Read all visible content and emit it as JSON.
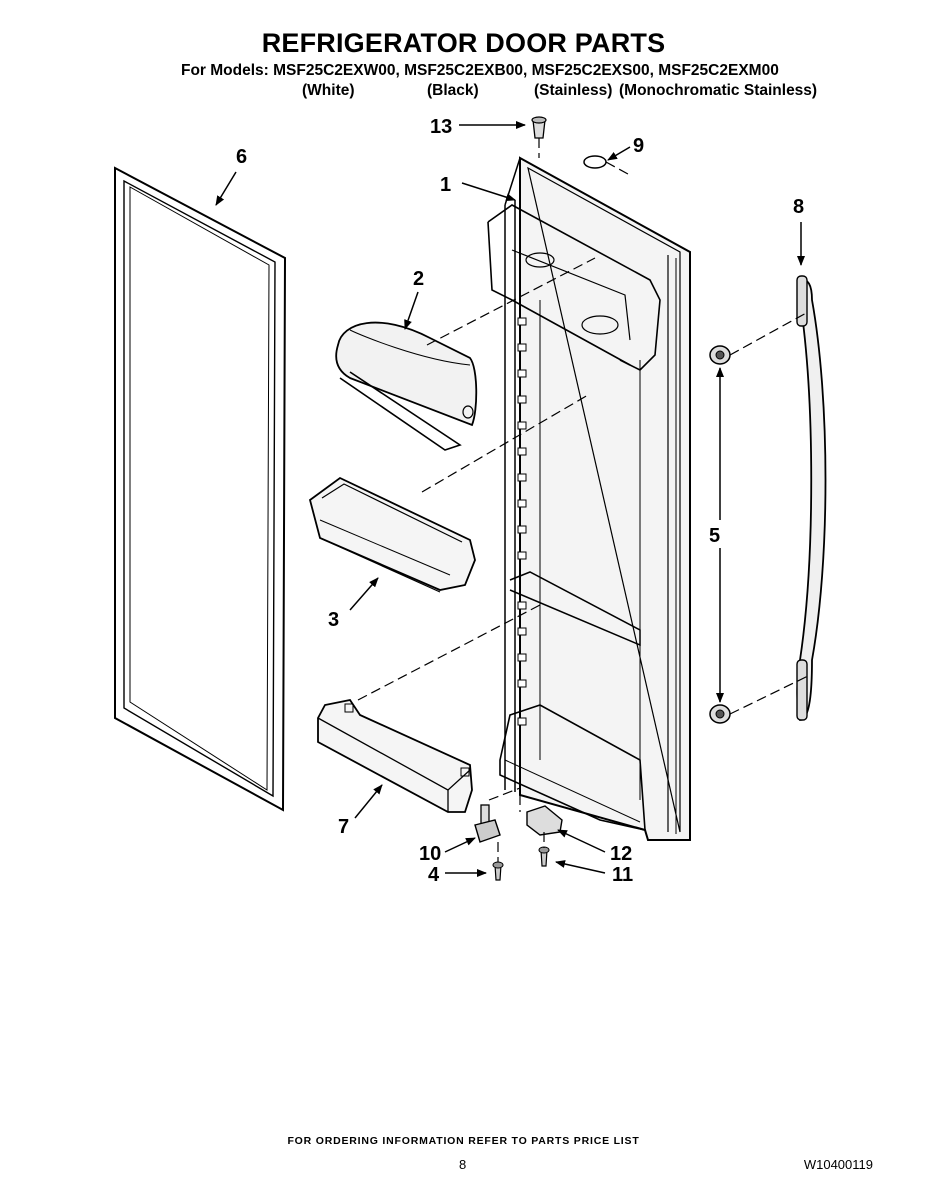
{
  "header": {
    "title": "REFRIGERATOR DOOR PARTS",
    "models": "For Models: MSF25C2EXW00, MSF25C2EXB00, MSF25C2EXS00, MSF25C2EXM00",
    "variants": [
      "(White)",
      "(Black)",
      "(Stainless)",
      "(Monochromatic Stainless)"
    ]
  },
  "callouts": {
    "door_liner": "1",
    "dairy_door": "2",
    "door_bin": "3",
    "screw_lower": "4",
    "handle_screws": "5",
    "gasket": "6",
    "bottom_bin": "7",
    "handle": "8",
    "plug_top": "9",
    "hinge_pin": "10",
    "screw_bracket": "11",
    "bracket": "12",
    "bushing_top": "13"
  },
  "footer": {
    "ordering_note": "FOR ORDERING INFORMATION REFER TO PARTS PRICE LIST",
    "page_number": "8",
    "document_number": "W10400119"
  }
}
